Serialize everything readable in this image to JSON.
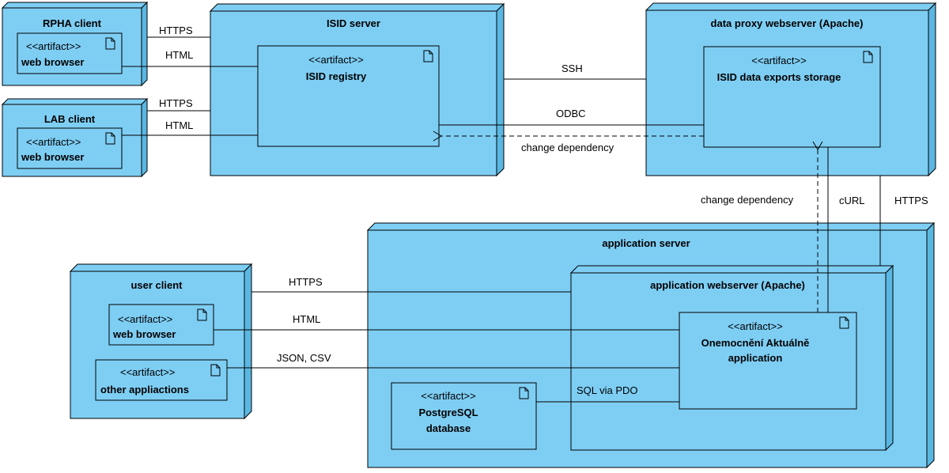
{
  "nodes": {
    "rpha": {
      "title": "RPHA client"
    },
    "lab": {
      "title": "LAB client"
    },
    "isid_server": {
      "title": "ISID server"
    },
    "proxy": {
      "title": "data proxy webserver (Apache)"
    },
    "app_server": {
      "title": "application server"
    },
    "app_web": {
      "title": "application webserver (Apache)"
    },
    "user_client": {
      "title": "user client"
    }
  },
  "artifacts": {
    "stereotype": "<<artifact>>",
    "rpha_browser": "web browser",
    "lab_browser": "web browser",
    "isid_registry": "ISID registry",
    "exports_storage": "ISID data exports storage",
    "user_browser": "web browser",
    "other_apps": "other appliactions",
    "onemocneni_l1": "Onemocnění Aktuálně",
    "onemocneni_l2": "application",
    "postgres_l1": "PostgreSQL",
    "postgres_l2": "database"
  },
  "connections": {
    "rpha_https": "HTTPS",
    "rpha_html": "HTML",
    "lab_https": "HTTPS",
    "lab_html": "HTML",
    "ssh": "SSH",
    "odbc": "ODBC",
    "change_dep_1": "change dependency",
    "change_dep_2": "change dependency",
    "curl": "cURL",
    "proxy_https": "HTTPS",
    "user_https": "HTTPS",
    "user_html": "HTML",
    "json_csv": "JSON, CSV",
    "sql": "SQL via PDO"
  },
  "colors": {
    "node_fill": "#7ecef4",
    "node_side": "#5ab7e2",
    "line": "#000000"
  }
}
